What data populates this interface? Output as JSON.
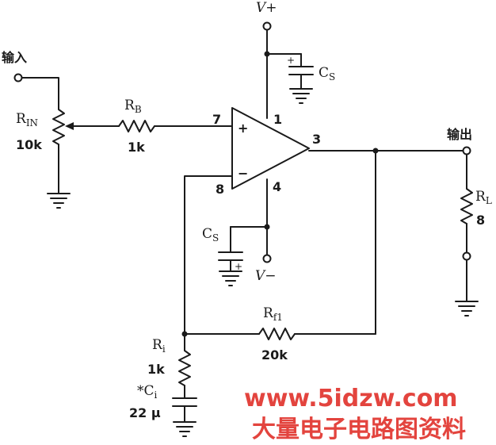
{
  "labels": {
    "vplus": "V+",
    "vminus": "V−",
    "input": "输入",
    "output": "输出",
    "rin_name": "R",
    "rin_sub": "IN",
    "rin_value": "10k",
    "rb_name": "R",
    "rb_sub": "B",
    "rb_value": "1k",
    "rl_name": "R",
    "rl_sub": "L",
    "rl_value": "8",
    "rf_name": "R",
    "rf_sub": "f1",
    "rf_value": "20k",
    "ri_name": "R",
    "ri_sub": "i",
    "ri_value": "1k",
    "ci_name": "*C",
    "ci_sub": "i",
    "ci_value": "22 μ",
    "cs_top_name": "C",
    "cs_top_sub": "S",
    "cs_bot_name": "C",
    "cs_bot_sub": "S",
    "plus_sign": "+",
    "minus_sign": "−",
    "cap_plus": "+"
  },
  "pins": {
    "p1": "1",
    "p3": "3",
    "p4": "4",
    "p7": "7",
    "p8": "8"
  },
  "watermark": {
    "url": "www.5idzw.com",
    "cn": "大量电子电路图资料",
    "color": "#e0302a"
  }
}
